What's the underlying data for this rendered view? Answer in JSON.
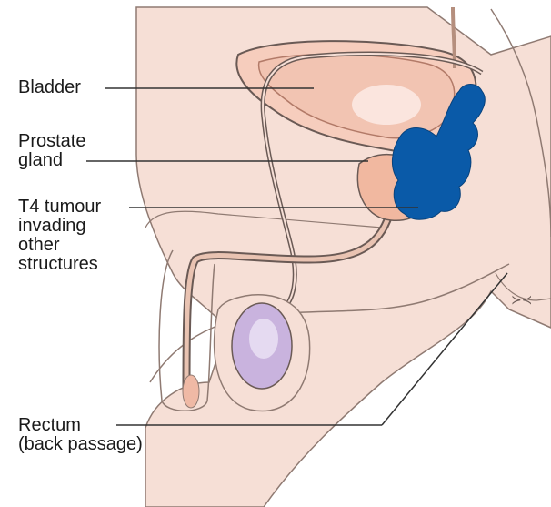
{
  "labels": {
    "bladder": "Bladder",
    "prostate": [
      "Prostate",
      "gland"
    ],
    "tumour": [
      "T4 tumour",
      "invading",
      "other",
      "structures"
    ],
    "rectum": [
      "Rectum",
      "(back passage)"
    ]
  },
  "colors": {
    "skin": "#f6dfd6",
    "outline": "#6a5a55",
    "bladder_fill": "#f2c4b2",
    "prostate_fill": "#f1b8a0",
    "tumour_fill": "#0a5aa8",
    "testis_fill": "#c9b3de",
    "tube": "#e9c3b2"
  }
}
